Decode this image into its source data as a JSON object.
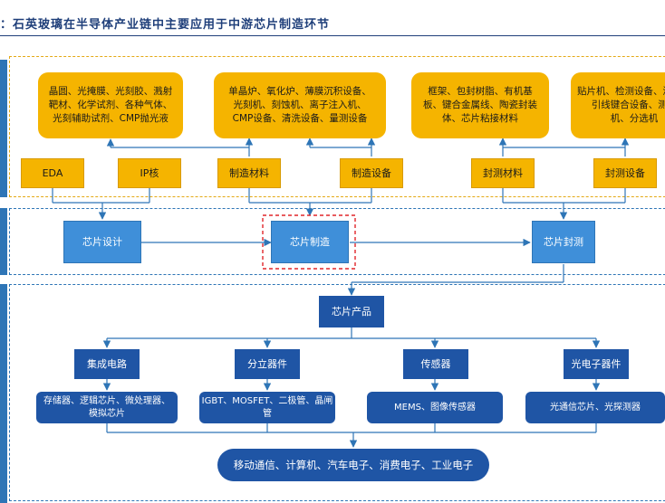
{
  "title": "：石英玻璃在半导体产业链中主要应用于中游芯片制造环节",
  "top_materials": [
    "晶圆、光掩膜、光刻胶、溅射\n靶材、化学试剂、各种气体、\n光刻辅助试剂、CMP抛光液",
    "单晶炉、氧化炉、薄膜沉积设备、\n光刻机、刻蚀机、离子注入机、\nCMP设备、清洗设备、量测设备",
    "框架、包封树脂、有机基\n板、键合金属线、陶瓷封装\n体、芯片粘接材料",
    "贴片机、检测设备、测试机\n引线键合设备、测试\n机、分选机"
  ],
  "inputs": [
    "EDA",
    "IP核",
    "制造材料",
    "制造设备",
    "封测材料",
    "封测设备"
  ],
  "stages": [
    "芯片设计",
    "芯片制造",
    "芯片封测"
  ],
  "product": "芯片产品",
  "categories": [
    "集成电路",
    "分立器件",
    "传感器",
    "光电子器件"
  ],
  "examples": [
    "存储器、逻辑芯片、微处理器、\n模拟芯片",
    "IGBT、MOSFET、二极管、晶闸管",
    "MEMS、图像传感器",
    "光通信芯片、光探测器"
  ],
  "applications": "移动通信、计算机、汽车电子、消费电子、工业电子",
  "colors": {
    "gold": "#f5b400",
    "blue": "#3f8fd9",
    "navy": "#1f55a5",
    "line": "#2e75b6",
    "highlight": "#e0262a"
  }
}
